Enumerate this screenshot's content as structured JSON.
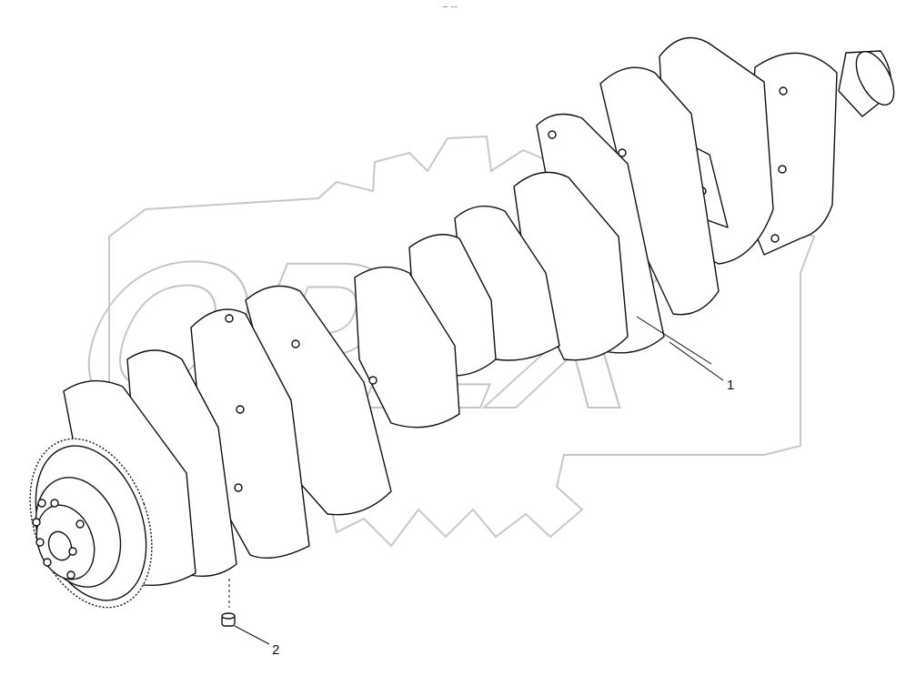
{
  "page": {
    "header_mark": "~ ––"
  },
  "watermark": {
    "text": "OPEX",
    "color": "#c8c8c8"
  },
  "callouts": [
    {
      "id": "1",
      "label": "1",
      "part": "crankshaft"
    },
    {
      "id": "2",
      "label": "2",
      "part": "dowel-pin"
    }
  ],
  "colors": {
    "line": "#111111",
    "background": "#ffffff"
  }
}
